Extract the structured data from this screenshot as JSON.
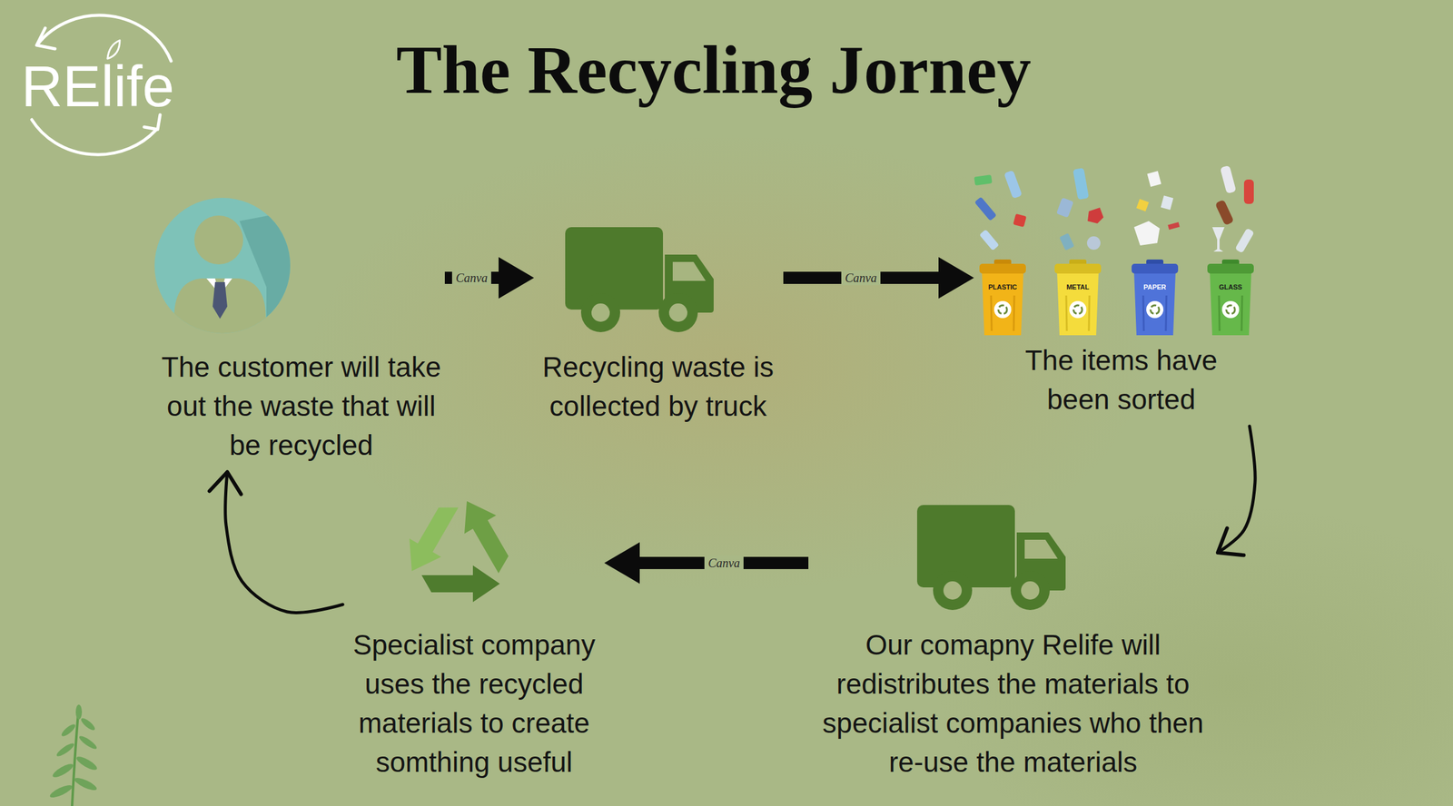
{
  "diagram": {
    "title": "The Recycling Jorney",
    "nodes": [
      {
        "text": [
          "The customer will take out the waste that will be recycled"
        ]
      },
      {
        "text": [
          "Recycling waste is collected by truck"
        ]
      },
      {
        "text": [
          "The items have been sorted"
        ]
      },
      {
        "text": [
          "Our comapny Relife will redistributes the materials to specialist companies who then re-use the materials"
        ]
      },
      {
        "text": [
          "Specialist company uses the recycled materials to create somthing useful"
        ]
      }
    ],
    "edges": [
      {
        "from": 0,
        "to": 1,
        "arrow": "to",
        "label": "Canva"
      },
      {
        "from": 1,
        "to": 2,
        "arrow": "to",
        "label": "Canva"
      },
      {
        "from": 2,
        "to": 3,
        "arrow": "to"
      },
      {
        "from": 3,
        "to": 4,
        "arrow": "to",
        "label": "Canva"
      },
      {
        "from": 4,
        "to": 0,
        "arrow": "to"
      }
    ],
    "labels": [
      "RElife",
      "PLASTIC",
      "METAL",
      "PAPER",
      "GLASS"
    ]
  }
}
